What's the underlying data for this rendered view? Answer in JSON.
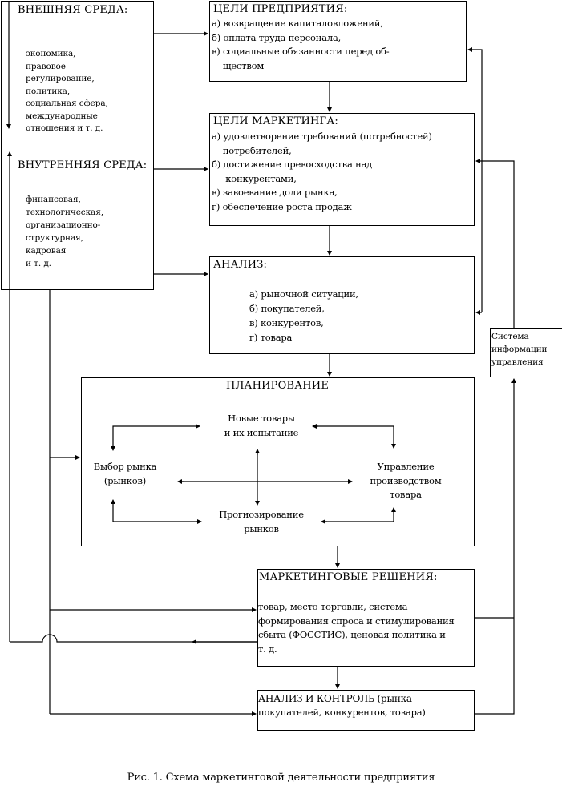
{
  "diagram": {
    "external_env": {
      "title": "ВНЕШНЯЯ СРЕДА:",
      "items": [
        "экономика,",
        "правовое",
        "регулирование,",
        "политика,",
        "социальная сфера,",
        "международные",
        "отношения и т. д."
      ]
    },
    "internal_env": {
      "title": "ВНУТРЕННЯЯ СРЕДА:",
      "items": [
        "финансовая,",
        "технологическая,",
        "организационно-",
        "структурная,",
        "кадровая",
        "и т. д."
      ]
    },
    "enterprise_goals": {
      "title": "ЦЕЛИ ПРЕДПРИЯТИЯ:",
      "lines": [
        "а) возвращение капиталовложений,",
        "б) оплата труда персонала,",
        "в) социальные обязанности перед об-",
        "    ществом"
      ]
    },
    "marketing_goals": {
      "title": "ЦЕЛИ МАРКЕТИНГА:",
      "lines": [
        "а) удовлетворение требований (потребностей)",
        "    потребителей,",
        "б) достижение превосходства над",
        "     конкурентами,",
        "в) завоевание доли рынка,",
        "г) обеспечение роста продаж"
      ]
    },
    "analysis": {
      "title": "АНАЛИЗ:",
      "lines": [
        "а) рыночной ситуации,",
        "б) покупателей,",
        "в) конкурентов,",
        "г) товара"
      ]
    },
    "planning": {
      "title": "ПЛАНИРОВАНИЕ",
      "new_products": [
        "Новые товары",
        "и их испытание"
      ],
      "market_choice": [
        "Выбор рынка",
        "(рынков)"
      ],
      "production_mgmt": [
        "Управление",
        "производством",
        "товара"
      ],
      "forecasting": [
        "Прогнозирование",
        "рынков"
      ]
    },
    "info_system": {
      "lines": [
        "Система",
        "информации",
        "управления"
      ]
    },
    "marketing_decisions": {
      "title": "МАРКЕТИНГОВЫЕ РЕШЕНИЯ:",
      "lines": [
        "товар, место торговли, система",
        "формирования спроса и стимулирования",
        "сбыта (ФОССТИС), ценовая политика и",
        "т. д."
      ]
    },
    "control": {
      "lines": [
        "АНАЛИЗ И КОНТРОЛЬ (рынка",
        "покупателей, конкурентов, товара)"
      ]
    },
    "caption": "Рис. 1. Схема маркетинговой деятельности предприятия"
  }
}
